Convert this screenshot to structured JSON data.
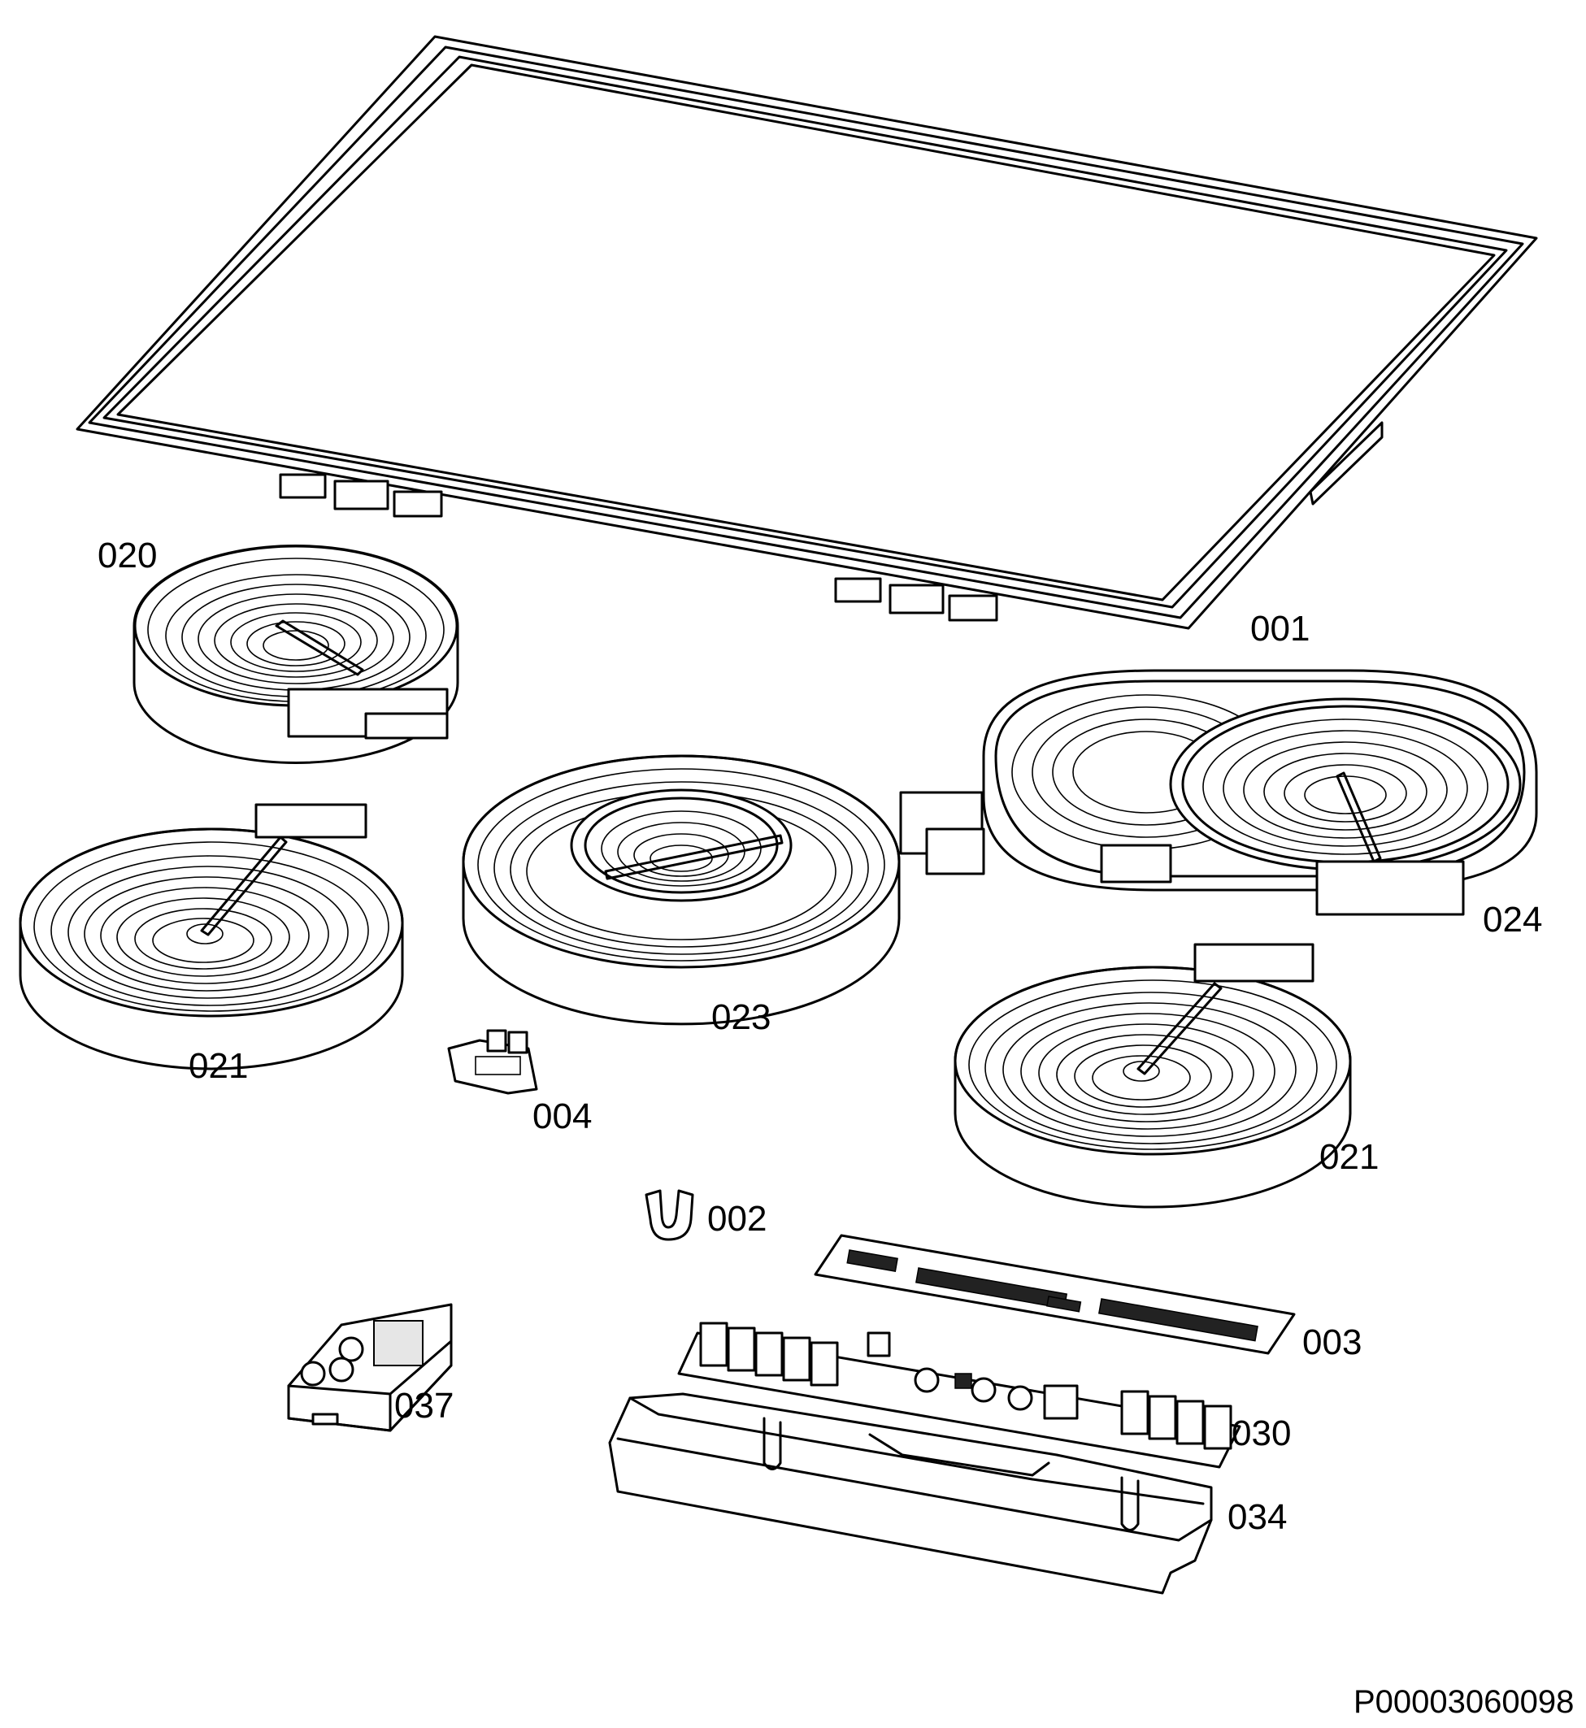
{
  "parts": [
    {
      "id": "glass_top",
      "label": "001"
    },
    {
      "id": "clip",
      "label": "002"
    },
    {
      "id": "control_board",
      "label": "003"
    },
    {
      "id": "connector",
      "label": "004"
    },
    {
      "id": "heater_small",
      "label": "020"
    },
    {
      "id": "heater_left",
      "label": "021"
    },
    {
      "id": "heater_right",
      "label": "021"
    },
    {
      "id": "heater_dual",
      "label": "023"
    },
    {
      "id": "heater_oval",
      "label": "024"
    },
    {
      "id": "power_board",
      "label": "030"
    },
    {
      "id": "housing",
      "label": "034"
    },
    {
      "id": "terminal_block",
      "label": "037"
    }
  ],
  "drawing_id": "P00003060098"
}
